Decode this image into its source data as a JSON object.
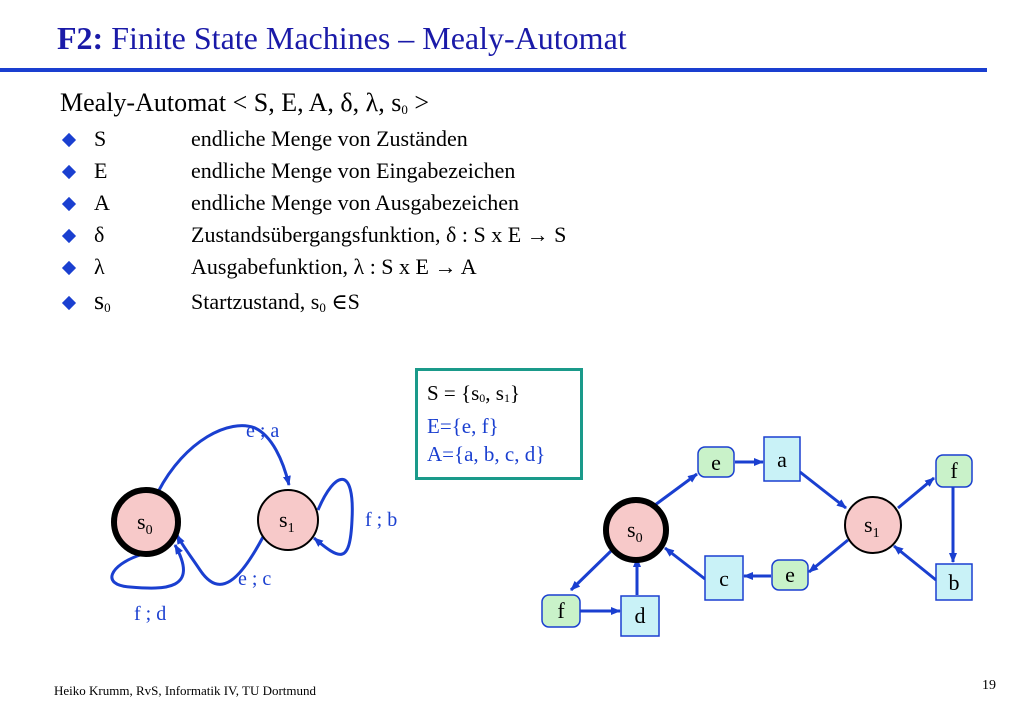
{
  "title": {
    "prefix": "F2:",
    "text": "Finite State Machines – Mealy-Automat"
  },
  "heading": {
    "text": "Mealy-Automat  < S, E, A, δ, λ, s",
    "sub": "0",
    "end": " >"
  },
  "definitions": [
    {
      "symbol": "S",
      "desc": "endliche Menge von Zuständen"
    },
    {
      "symbol": "E",
      "desc": "endliche Menge von Eingabezeichen"
    },
    {
      "symbol": "A",
      "desc": "endliche Menge von Ausgabezeichen"
    },
    {
      "symbol": "δ",
      "desc": "Zustandsübergangsfunktion, δ : S x E → S"
    },
    {
      "symbol": "λ",
      "desc": "Ausgabefunktion, λ : S x E → A"
    }
  ],
  "start_def": {
    "symbol": "s",
    "sub": "0",
    "desc_a": "Startzustand, s",
    "desc_sub": "0",
    "desc_b": " ∈S"
  },
  "box": {
    "s_line_a": "S = {s",
    "s_sub0": "0",
    "s_line_b": ", s",
    "s_sub1": "1",
    "s_line_c": "}",
    "e_line": "E={e, f}",
    "a_line": "A={a, b, c, d}"
  },
  "left_diagram": {
    "states": [
      {
        "label": "s",
        "sub": "0"
      },
      {
        "label": "s",
        "sub": "1"
      }
    ],
    "transitions": [
      "e ; a",
      "f ; b",
      "e ; c",
      "f ; d"
    ]
  },
  "right_diagram": {
    "states": [
      {
        "label": "s",
        "sub": "0"
      },
      {
        "label": "s",
        "sub": "1"
      }
    ],
    "inputs": [
      "e",
      "f",
      "e",
      "f"
    ],
    "outputs": [
      "a",
      "b",
      "c",
      "d"
    ]
  },
  "colors": {
    "title": "#1a1aa8",
    "accent": "#1a3fd0",
    "box_border": "#1a9a8a",
    "state_fill": "#f7c9c9",
    "input_fill": "#c9f2c9",
    "output_fill": "#c9f2f7"
  },
  "footer": "Heiko Krumm, RvS, Informatik IV, TU Dortmund",
  "page_number": "19"
}
